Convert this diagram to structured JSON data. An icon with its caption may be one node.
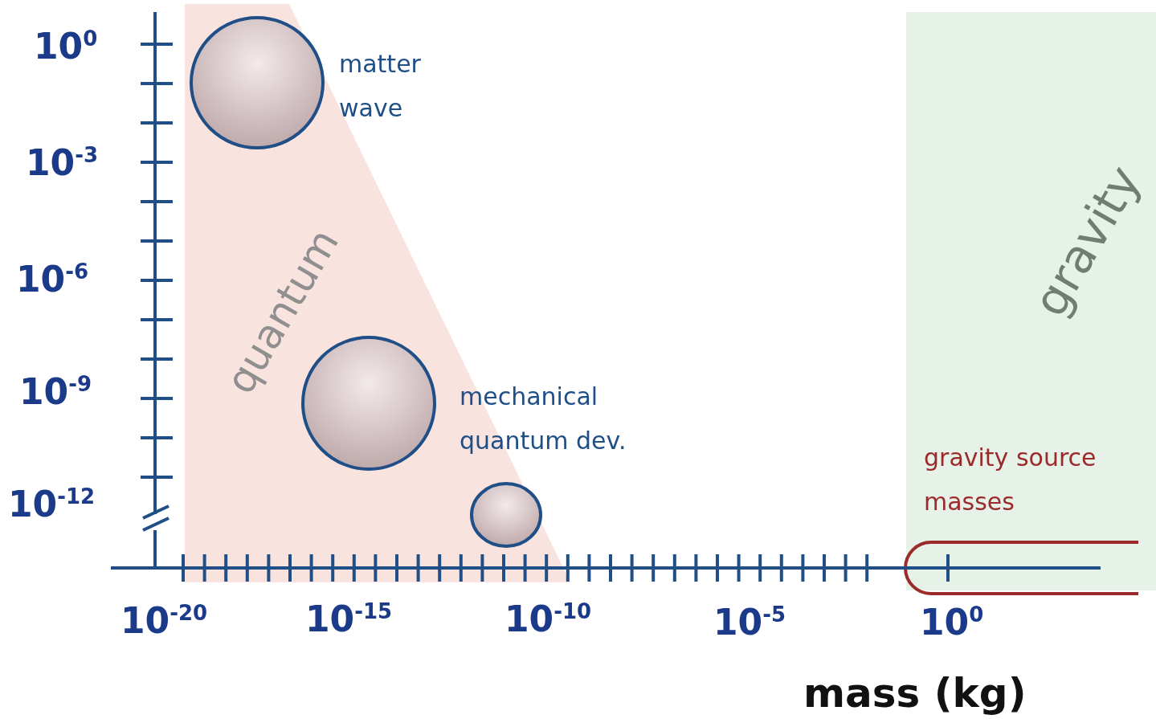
{
  "diagram": {
    "nodes": [
      {
        "text": [
          "quantum"
        ]
      },
      {
        "text": [
          "gravity"
        ]
      },
      {
        "text": [],
        "shape": "circle",
        "in": 0
      },
      {
        "text": [],
        "shape": "circle",
        "in": 0
      },
      {
        "text": [],
        "shape": "circle",
        "in": 0
      },
      {
        "text": [],
        "shape": "box"
      }
    ],
    "edges": [],
    "labels": [
      "10$^{0}$",
      "matter wave",
      "10$^{-3}$",
      "10$^{-6}$",
      "10$^{-9}$",
      "mechanical quantum dev.",
      "gravity source masses",
      "10$^{-12}$",
      "10$^{-20}$",
      "10$^{-15}$",
      "10$^{-10}$",
      "10$^{-5}$",
      "10$^{0}$",
      "mass (kg)"
    ]
  }
}
